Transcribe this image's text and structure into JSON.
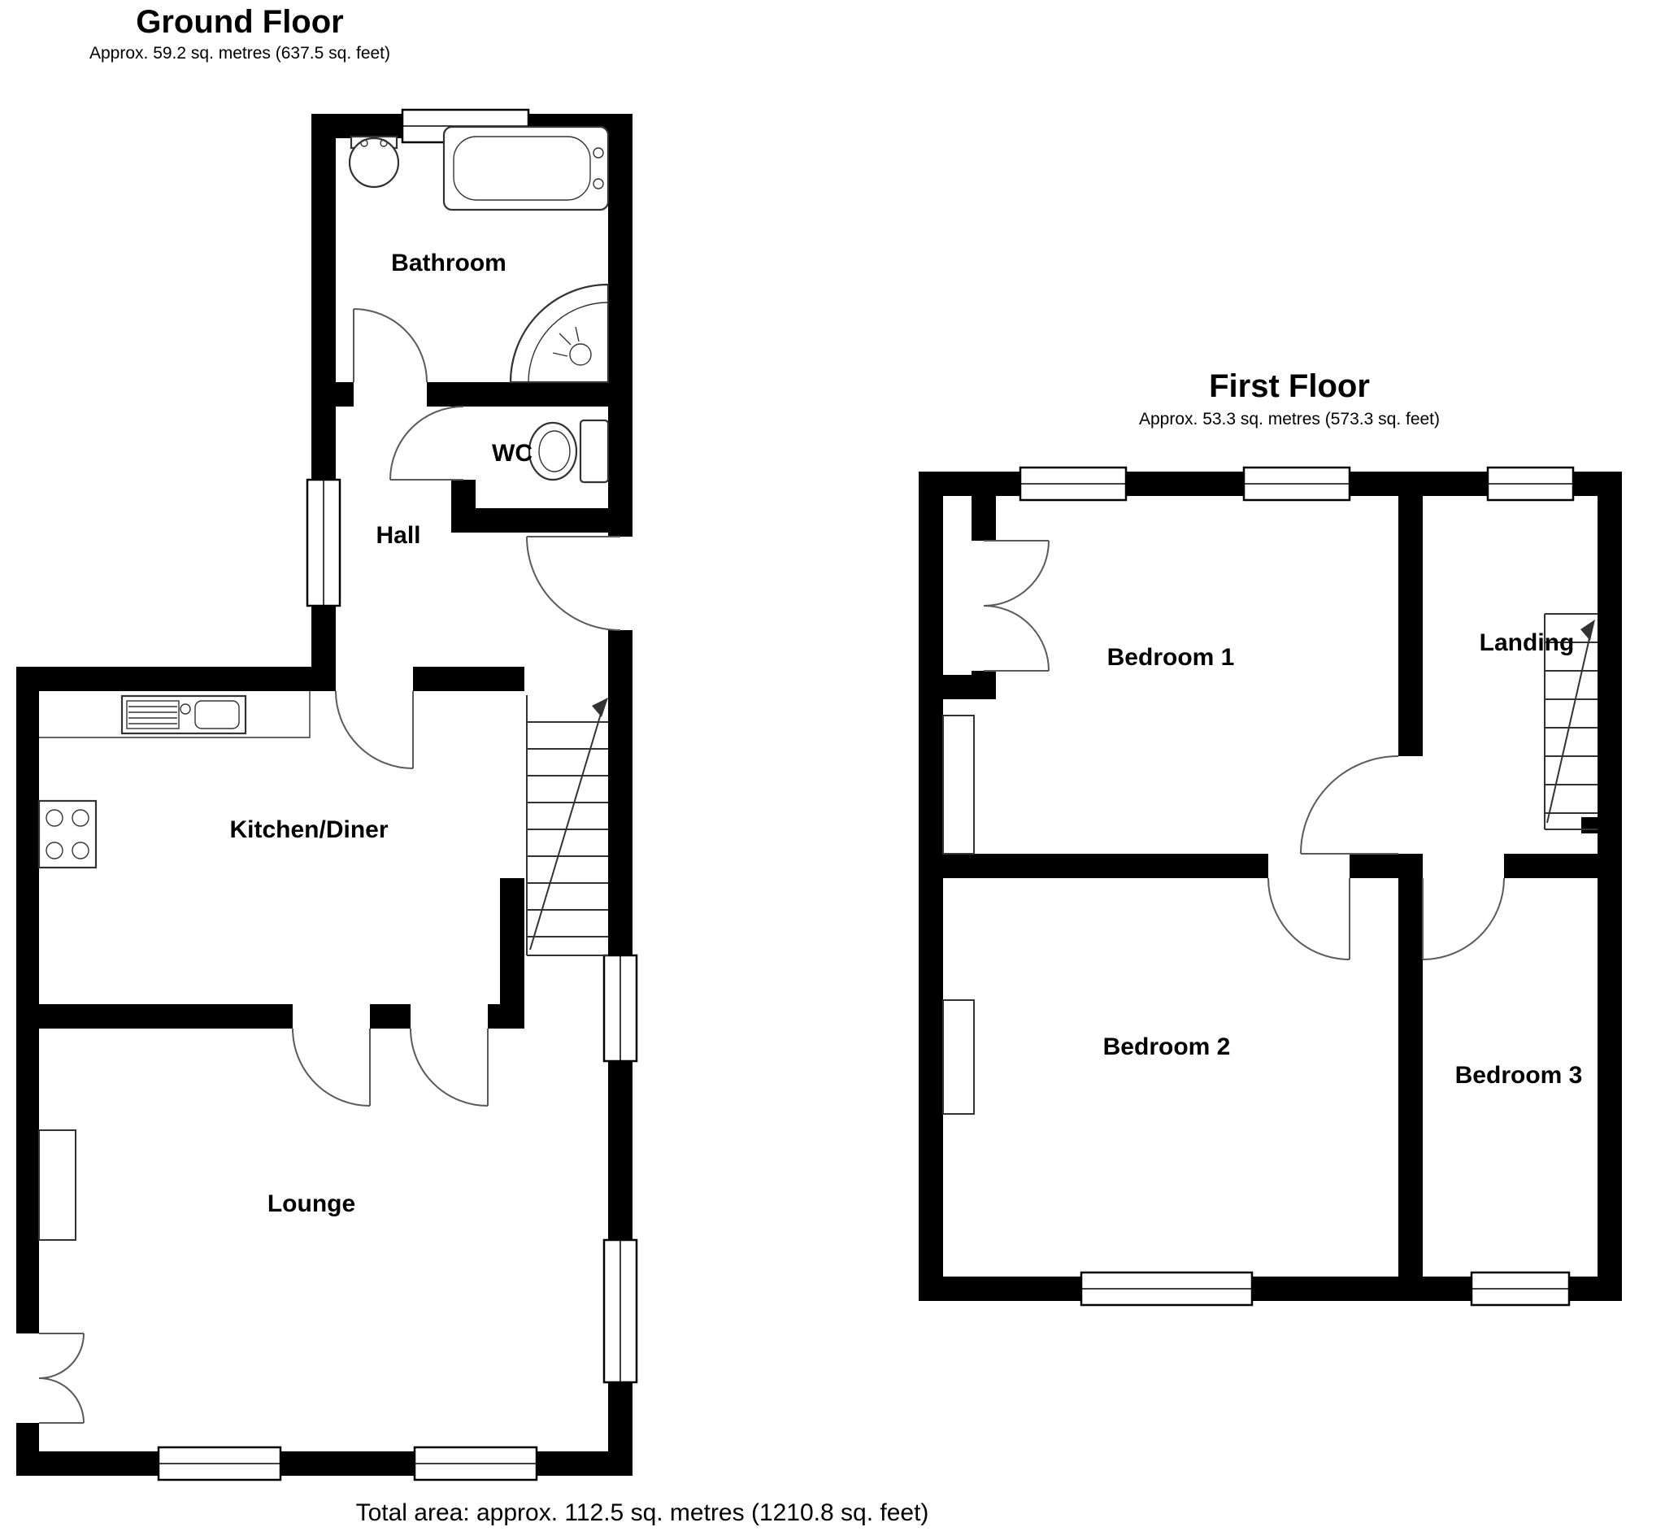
{
  "ground_floor": {
    "title": "Ground Floor",
    "subtitle": "Approx. 59.2 sq. metres (637.5 sq. feet)",
    "rooms": {
      "bathroom": "Bathroom",
      "wc": "WC",
      "hall": "Hall",
      "kitchen_diner": "Kitchen/Diner",
      "lounge": "Lounge"
    }
  },
  "first_floor": {
    "title": "First Floor",
    "subtitle": "Approx. 53.3 sq. metres (573.3 sq. feet)",
    "rooms": {
      "bedroom1": "Bedroom 1",
      "landing": "Landing",
      "bedroom2": "Bedroom 2",
      "bedroom3": "Bedroom 3"
    }
  },
  "footer": {
    "total_area": "Total area: approx. 112.5 sq. metres (1210.8 sq. feet)"
  },
  "icons": [
    "bathtub-icon",
    "basin-icon",
    "shower-icon",
    "toilet-icon",
    "kitchen-sink-icon",
    "hob-icon",
    "staircase",
    "window",
    "door-arc"
  ],
  "colors": {
    "wall": "#000000",
    "background": "#ffffff",
    "fixture_line": "#333333"
  }
}
